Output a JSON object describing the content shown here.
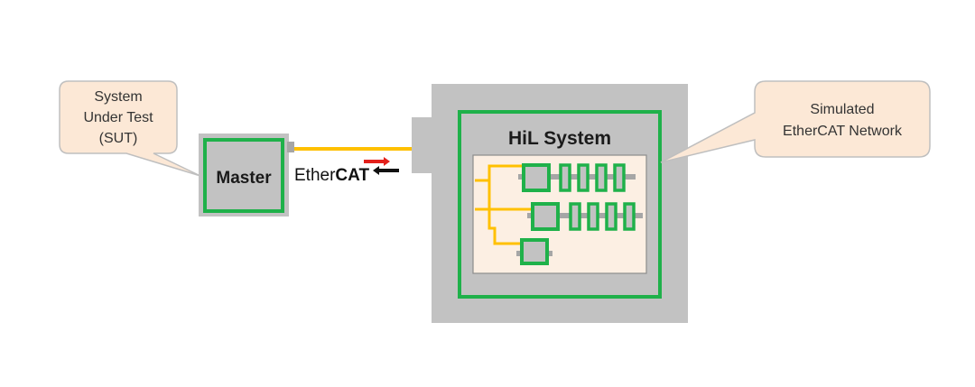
{
  "callouts": {
    "sut": {
      "lines": [
        "System",
        "Under Test",
        "(SUT)"
      ]
    },
    "network": {
      "lines": [
        "Simulated",
        "EtherCAT Network"
      ]
    }
  },
  "master": {
    "label": "Master"
  },
  "ethercat_logo": {
    "prefix": "Ether",
    "suffix": "CAT"
  },
  "hil": {
    "title": "HiL System"
  },
  "colors": {
    "gray_box": "#c2c2c2",
    "green": "#1fb14a",
    "yellow_cable": "#ffc000",
    "callout_fill": "#fce8d6",
    "callout_stroke": "#bfbfbf",
    "network_fill": "#fcefe3",
    "logo_red": "#e3211c"
  }
}
